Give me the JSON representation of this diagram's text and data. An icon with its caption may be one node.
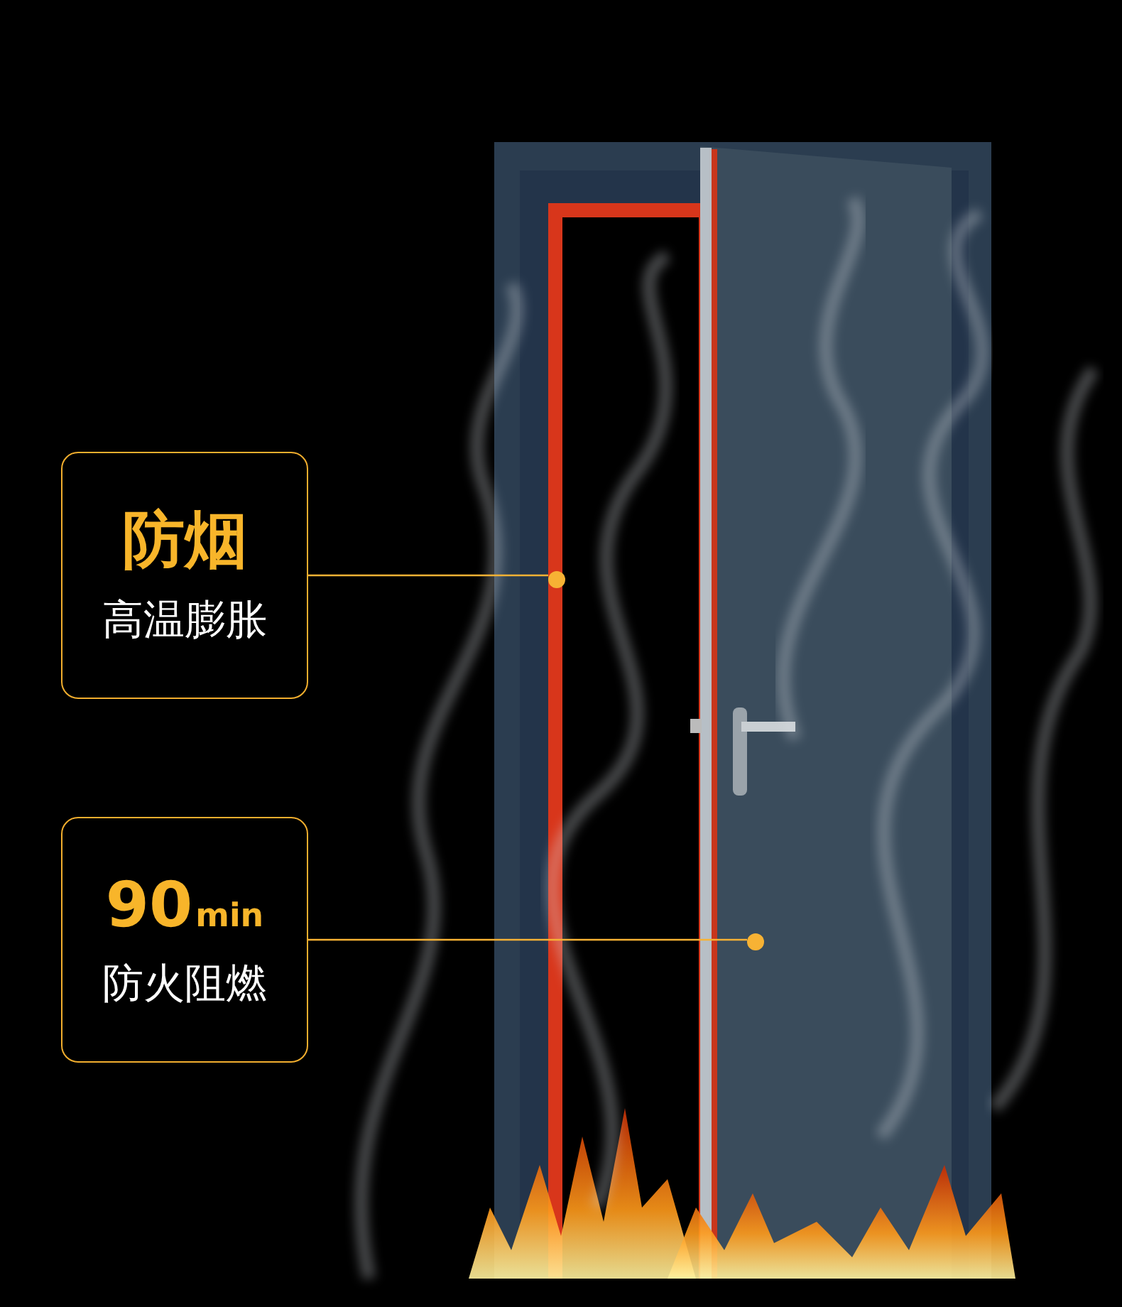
{
  "diagram": {
    "nodes": [
      {
        "text": [
          "防烟",
          "高温膨胀"
        ]
      },
      {
        "text": [],
        "shape": "circle"
      },
      {
        "text": [
          "90$_{min}$",
          "防火阻燃"
        ]
      },
      {
        "text": [],
        "shape": "circle"
      }
    ],
    "edges": [
      {
        "from": 0,
        "to": 1,
        "arrow": "none"
      },
      {
        "from": 2,
        "to": 3,
        "arrow": "none"
      }
    ]
  }
}
